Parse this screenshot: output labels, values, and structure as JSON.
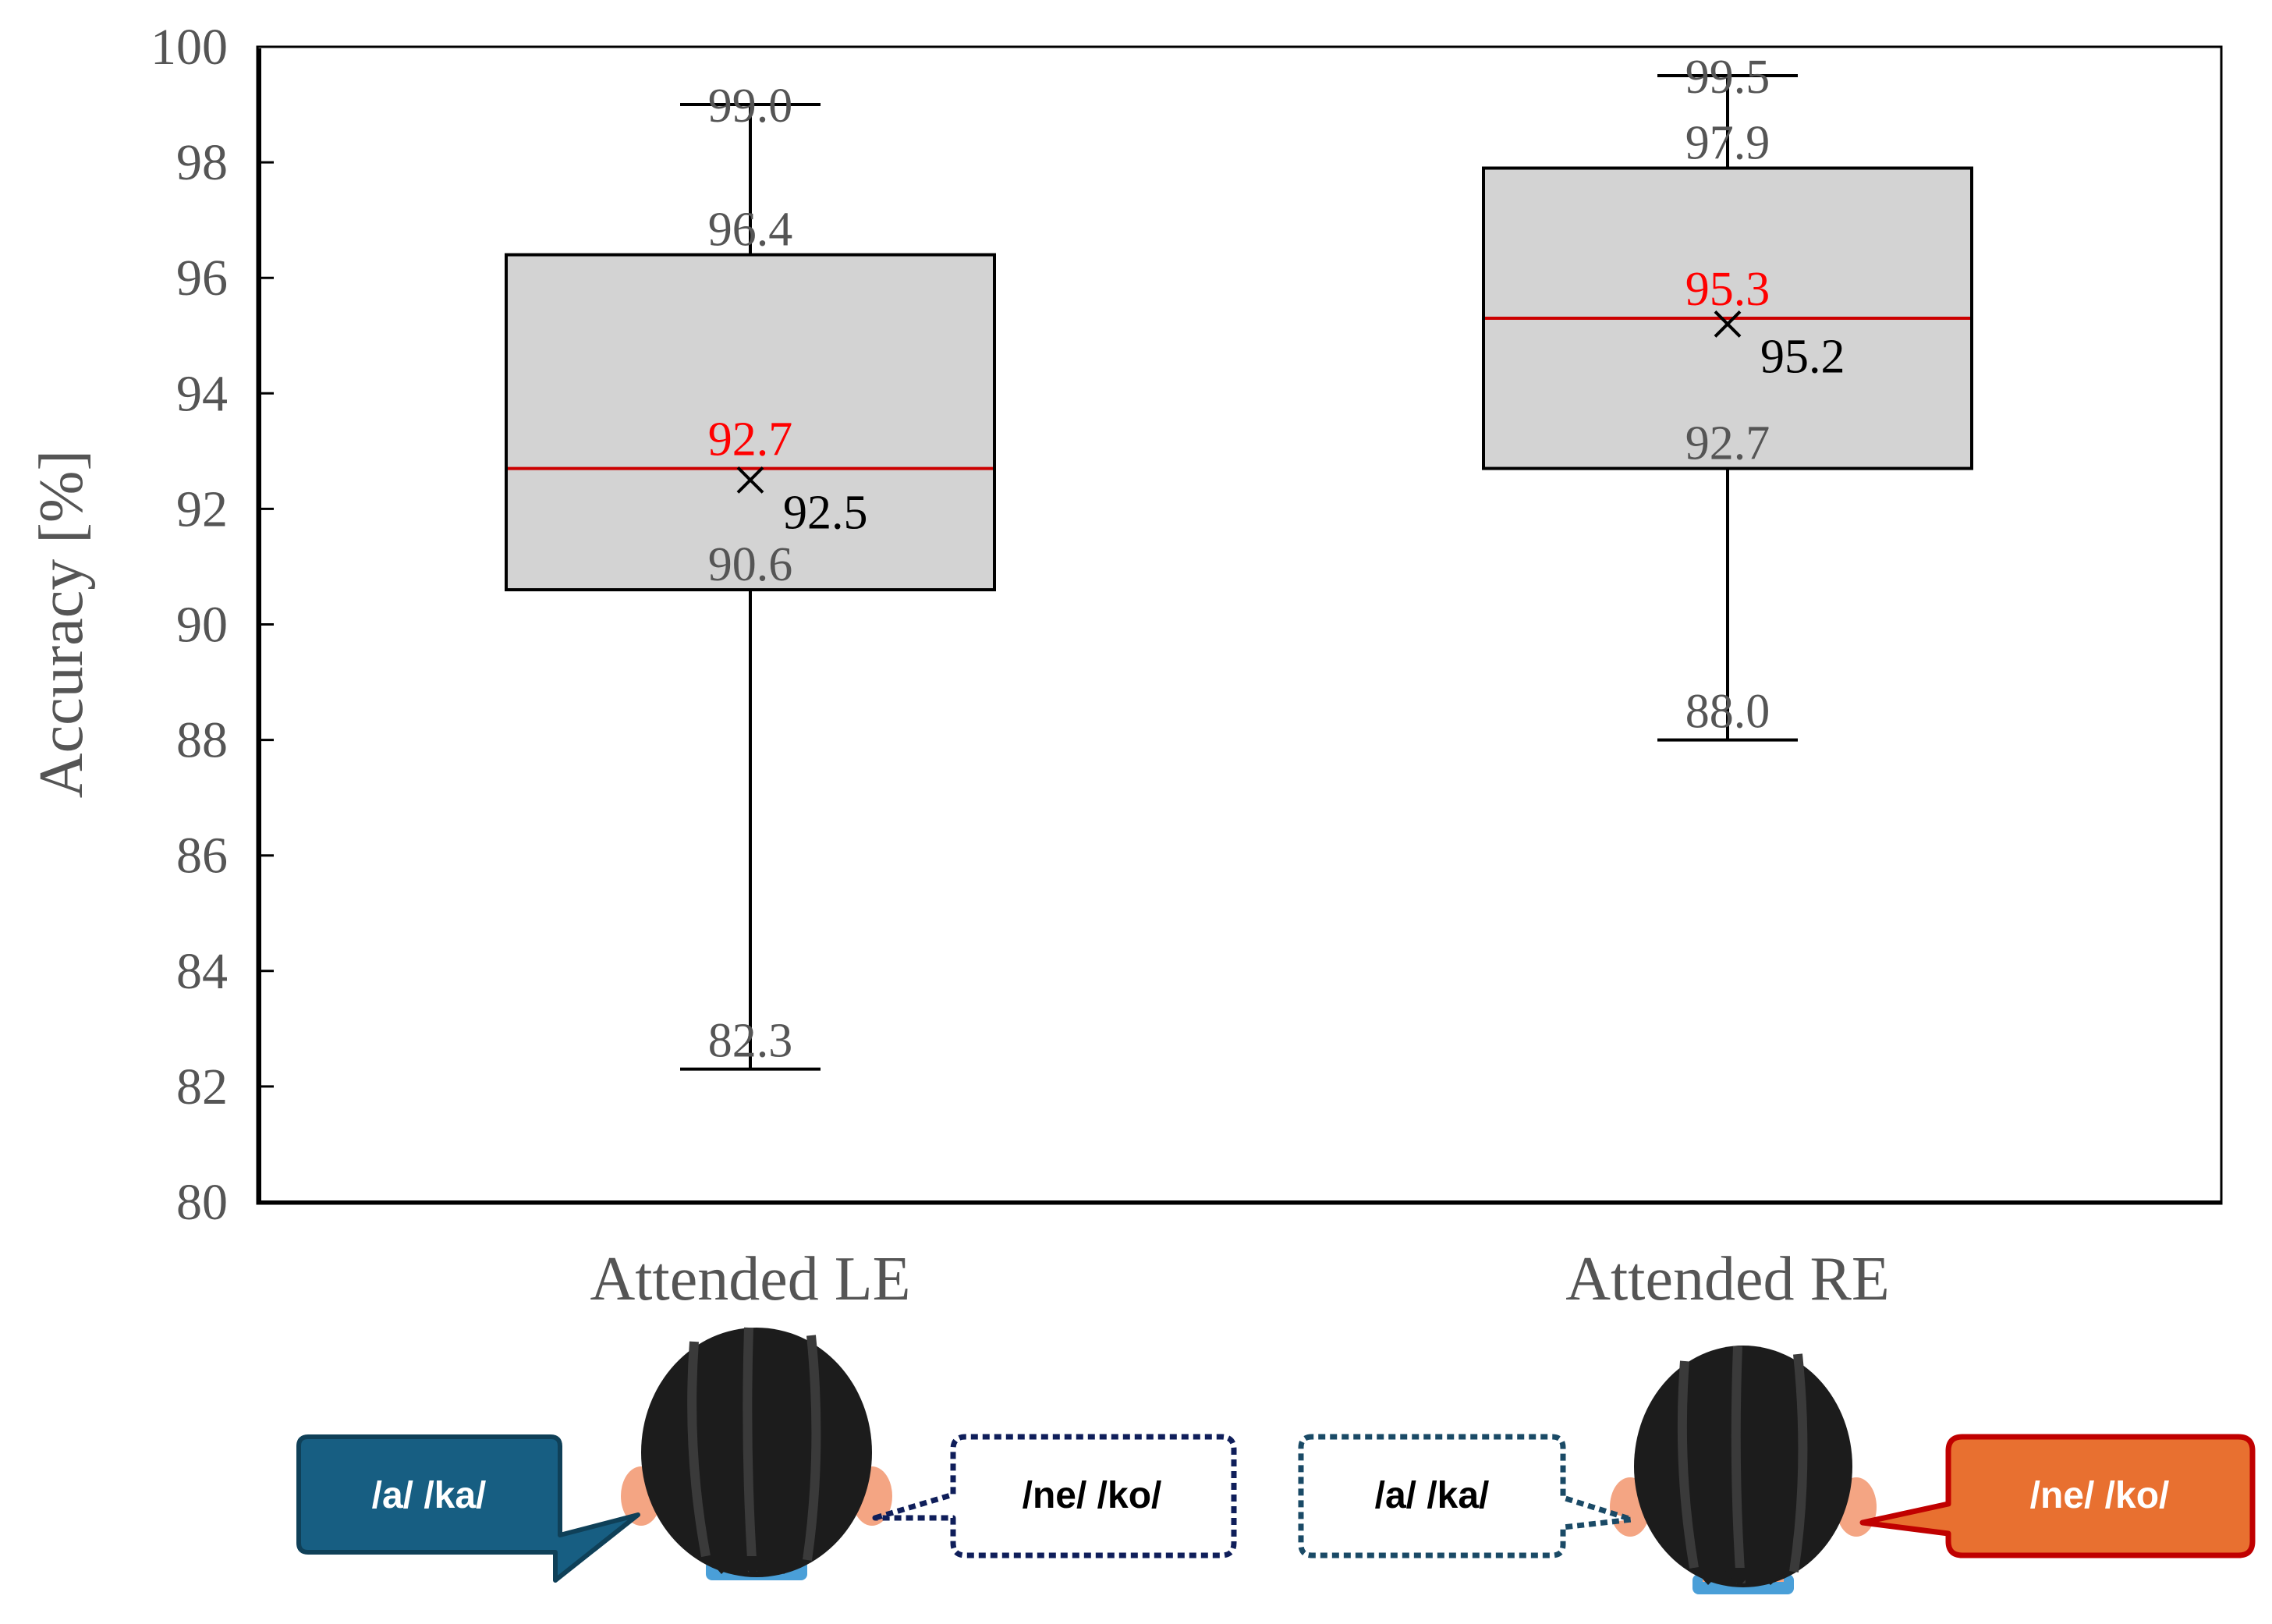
{
  "chart_data": {
    "type": "box",
    "ylabel": "Accuracy  [%]",
    "ylim": [
      80,
      100
    ],
    "yticks": [
      80,
      82,
      84,
      86,
      88,
      90,
      92,
      94,
      96,
      98,
      100
    ],
    "grid": false,
    "categories": [
      "Attended LE",
      "Attended RE"
    ],
    "boxes": [
      {
        "category": "Attended LE",
        "min": 82.3,
        "q1": 90.6,
        "median": 92.7,
        "mean": 92.5,
        "q3": 96.4,
        "max": 99.0
      },
      {
        "category": "Attended RE",
        "min": 88.0,
        "q1": 92.7,
        "median": 95.3,
        "mean": 95.2,
        "q3": 97.9,
        "max": 99.5
      }
    ],
    "stat_labels": {
      "le": {
        "max": "99.0",
        "q3": "96.4",
        "median": "92.7",
        "mean": "92.5",
        "q1": "90.6",
        "min": "82.3"
      },
      "re": {
        "max": "99.5",
        "q3": "97.9",
        "median": "95.3",
        "mean": "95.2",
        "q1": "92.7",
        "min": "88.0"
      }
    },
    "colors": {
      "box_fill": "#d3d3d3",
      "median": "#cc0000",
      "median_label": "#ff0000",
      "text": "#555555"
    }
  },
  "illustration": {
    "left": {
      "attended_bubble": "/a/ /ka/",
      "ignored_bubble": "/ne/ /ko/",
      "attended_color": "#175e82",
      "ignored_border": "#0f1e5a"
    },
    "right": {
      "ignored_bubble": "/a/ /ka/",
      "attended_bubble": "/ne/ /ko/",
      "attended_color": "#e87030",
      "attended_border": "#c00000",
      "ignored_border": "#1a4a66"
    }
  }
}
